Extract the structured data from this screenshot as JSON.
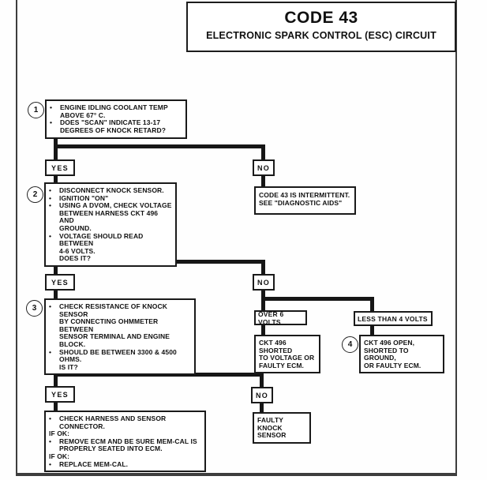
{
  "title": {
    "code": "CODE 43",
    "subtitle": "ELECTRONIC SPARK CONTROL (ESC) CIRCUIT"
  },
  "labels": {
    "yes": "YES",
    "no": "NO"
  },
  "steps": {
    "s1": {
      "num": "1",
      "items": [
        "ENGINE IDLING COOLANT TEMP\nABOVE 67° C.",
        "DOES \"SCAN\" INDICATE 13-17\nDEGREES OF KNOCK RETARD?"
      ]
    },
    "s2": {
      "num": "2",
      "items": [
        "DISCONNECT KNOCK SENSOR.",
        "IGNITION \"ON\"",
        "USING A DVOM, CHECK VOLTAGE\nBETWEEN HARNESS CKT 496 AND\nGROUND.",
        "VOLTAGE SHOULD READ BETWEEN\n4-6 VOLTS.\nDOES IT?"
      ]
    },
    "s3": {
      "num": "3",
      "items": [
        "CHECK RESISTANCE OF KNOCK SENSOR\nBY CONNECTING OHMMETER BETWEEN\nSENSOR TERMINAL AND ENGINE BLOCK.",
        "SHOULD BE BETWEEN 3300 & 4500\nOHMS.\nIS IT?"
      ]
    },
    "s4": {
      "num": "4"
    }
  },
  "results": {
    "intermittent": "CODE 43 IS INTERMITTENT.\nSEE \"DIAGNOSTIC AIDS\"",
    "over6": "OVER 6 VOLTS",
    "less4": "LESS THAN 4 VOLTS",
    "ckt_shorted": "CKT 496 SHORTED\nTO VOLTAGE OR\nFAULTY ECM.",
    "ckt_open": "CKT 496 OPEN,\nSHORTED TO GROUND,\nOR FAULTY ECM.",
    "faulty_sensor": "FAULTY KNOCK\nSENSOR"
  },
  "final_box": {
    "items": [
      "CHECK HARNESS AND SENSOR CONNECTOR.",
      "IF OK:",
      "REMOVE ECM AND BE SURE MEM-CAL IS\nPROPERLY SEATED INTO ECM.",
      "IF OK:",
      "REPLACE MEM-CAL."
    ]
  }
}
